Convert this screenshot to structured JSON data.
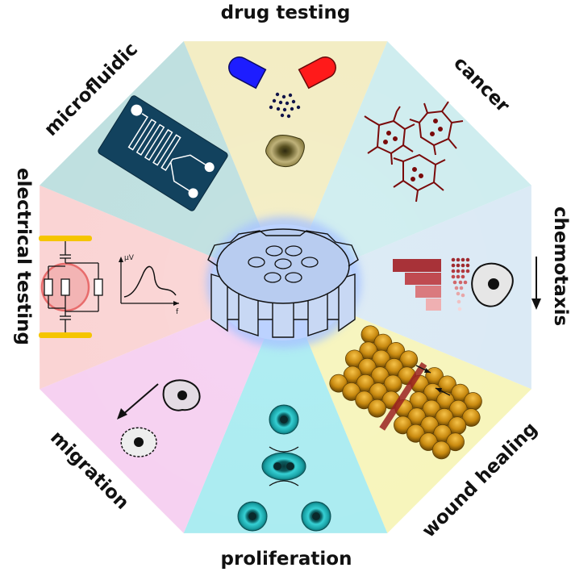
{
  "diagram": {
    "center_label": "",
    "sectors": [
      {
        "id": "drug-testing",
        "label": "drug testing",
        "color": "#efe7b0"
      },
      {
        "id": "cancer",
        "label": "cancer",
        "color": "#bfe7ea"
      },
      {
        "id": "chemotaxis",
        "label": "chemotaxis",
        "color": "#cfe3f2"
      },
      {
        "id": "wound-healing",
        "label": "wound healing",
        "color": "#f4f2a6"
      },
      {
        "id": "proliferation",
        "label": "proliferation",
        "color": "#8fe6ec"
      },
      {
        "id": "migration",
        "label": "migration",
        "color": "#f3c2ec"
      },
      {
        "id": "electrical-testing",
        "label": "electrical testing",
        "color": "#f8c6c6"
      },
      {
        "id": "microfluidic",
        "label": "microfluidic",
        "color": "#a9d6d6"
      }
    ],
    "electrical": {
      "y_axis_label": "µV",
      "x_axis_label": "f"
    }
  }
}
